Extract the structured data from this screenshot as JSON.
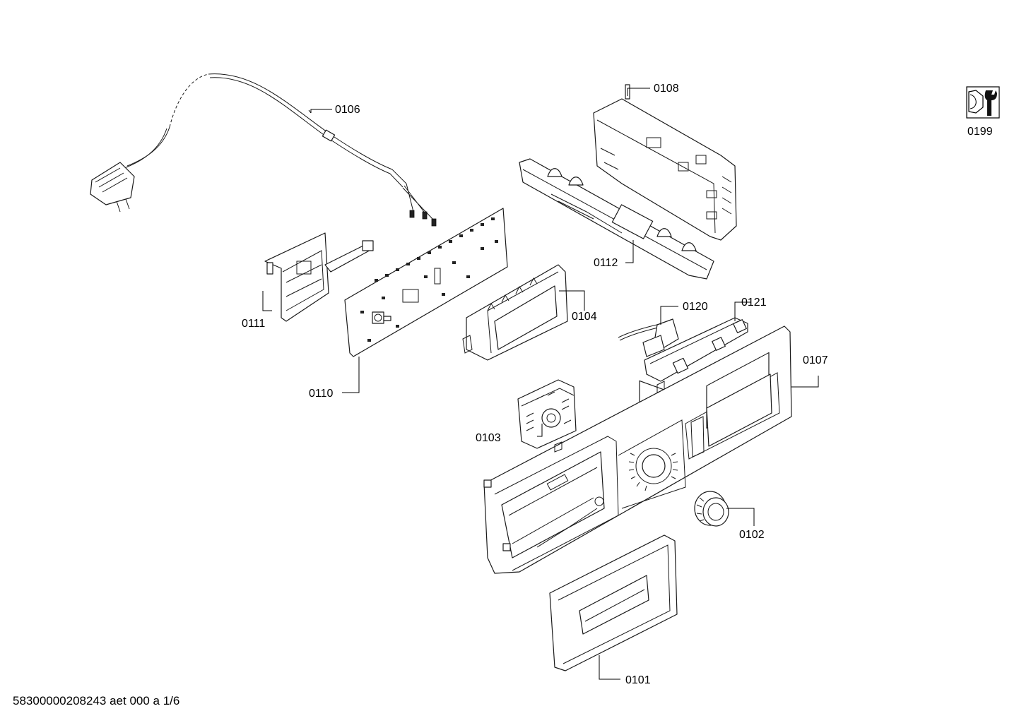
{
  "parts": [
    {
      "id": "part-0106",
      "label": "0106"
    },
    {
      "id": "part-0108",
      "label": "0108"
    },
    {
      "id": "part-0199",
      "label": "0199"
    },
    {
      "id": "part-0112",
      "label": "0112"
    },
    {
      "id": "part-0111",
      "label": "0111"
    },
    {
      "id": "part-0104",
      "label": "0104"
    },
    {
      "id": "part-0110",
      "label": "0110"
    },
    {
      "id": "part-0120",
      "label": "0120"
    },
    {
      "id": "part-0121",
      "label": "0121"
    },
    {
      "id": "part-0107",
      "label": "0107"
    },
    {
      "id": "part-0103",
      "label": "0103"
    },
    {
      "id": "part-0102",
      "label": "0102"
    },
    {
      "id": "part-0101",
      "label": "0101"
    }
  ],
  "footer": {
    "document_code": "58300000208243 aet 000 a 1/6"
  },
  "icons": {
    "service_tool": "wrench-nut-icon"
  }
}
